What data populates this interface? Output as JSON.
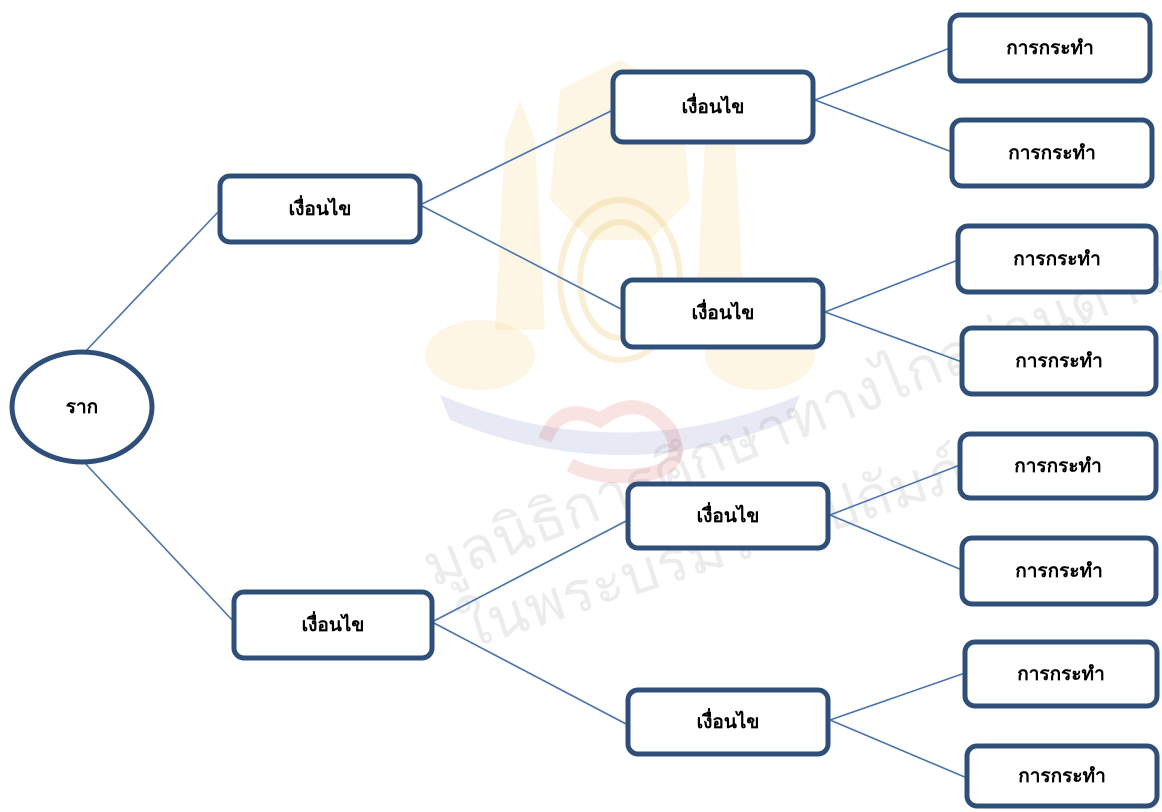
{
  "diagram": {
    "root": {
      "label": "ราก"
    },
    "level1": [
      {
        "label": "เงื่อนไข"
      },
      {
        "label": "เงื่อนไข"
      }
    ],
    "level2": [
      {
        "label": "เงื่อนไข"
      },
      {
        "label": "เงื่อนไข"
      },
      {
        "label": "เงื่อนไข"
      },
      {
        "label": "เงื่อนไข"
      }
    ],
    "leaves": [
      {
        "label": "การกระทำ"
      },
      {
        "label": "การกระทำ"
      },
      {
        "label": "การกระทำ"
      },
      {
        "label": "การกระทำ"
      },
      {
        "label": "การกระทำ"
      },
      {
        "label": "การกระทำ"
      },
      {
        "label": "การกระทำ"
      },
      {
        "label": "การกระทำ"
      }
    ]
  },
  "watermark": {
    "text": "มูลนิธิการศึกษาทางไกลผ่านดาวเทียม",
    "text2": "ในพระบรมราชูปถัมภ์",
    "colors": {
      "gold": "#f1c04a",
      "red": "#d43a3a",
      "blue": "#3c4aa8"
    }
  },
  "colors": {
    "node_border": "#2f4f79",
    "edge": "#4a74ad",
    "text": "#000000"
  }
}
